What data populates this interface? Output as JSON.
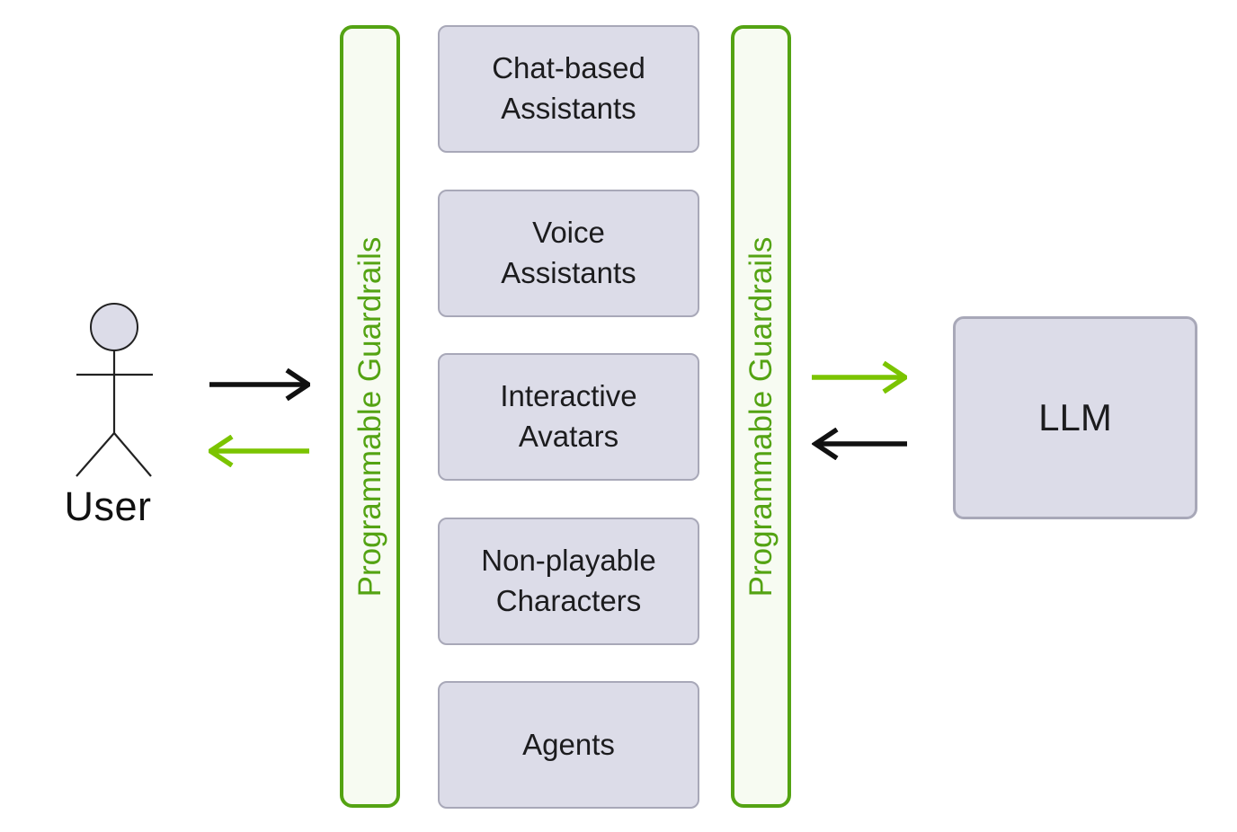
{
  "colors": {
    "guardrail_green": "#54a313",
    "guardrail_fill": "#f7fbf2",
    "arrow_green": "#7bc400",
    "arrow_black": "#111111",
    "node_fill": "#dcdce8",
    "node_border": "#a8a8b8",
    "text_color": "#1c1c1e"
  },
  "user": {
    "label": "User"
  },
  "guardrails": {
    "left_label": "Programmable Guardrails",
    "right_label": "Programmable Guardrails"
  },
  "apps": [
    {
      "label": "Chat-based\nAssistants"
    },
    {
      "label": "Voice\nAssistants"
    },
    {
      "label": "Interactive\nAvatars"
    },
    {
      "label": "Non-playable\nCharacters"
    },
    {
      "label": "Agents"
    }
  ],
  "llm": {
    "label": "LLM"
  }
}
